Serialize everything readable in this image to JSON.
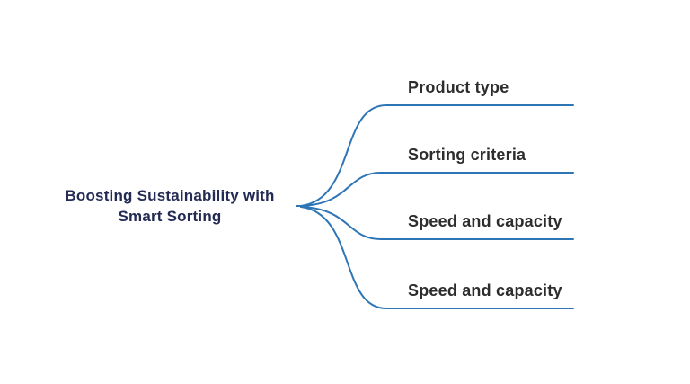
{
  "diagram": {
    "type": "mindmap",
    "central_topic": {
      "lines": [
        "Boosting Sustainability with",
        "Smart Sorting"
      ]
    },
    "branches": [
      {
        "label": "Product type"
      },
      {
        "label": "Sorting criteria"
      },
      {
        "label": "Speed and capacity"
      },
      {
        "label": "Speed and capacity"
      }
    ]
  },
  "colors": {
    "background": "#ffffff",
    "connector": "#2e75b5",
    "central_topic_text": "#232b55",
    "branch_text": "#2d2d2d"
  }
}
